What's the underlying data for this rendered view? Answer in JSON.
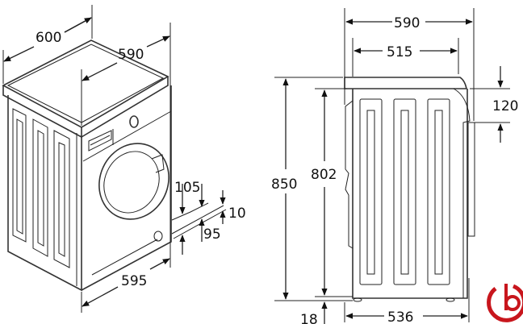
{
  "left_view": {
    "width_label": "600",
    "depth_label": "590",
    "front_width_label": "595",
    "hose_label_1": "105",
    "hose_label_2": "95",
    "hose_label_3": "10"
  },
  "side_view": {
    "overall_depth_label": "590",
    "body_depth_label": "515",
    "height_label": "850",
    "body_height_label": "802",
    "feet_label": "18",
    "base_depth_label": "536",
    "top_label": "120"
  },
  "logo": {
    "color": "#c8161d"
  }
}
